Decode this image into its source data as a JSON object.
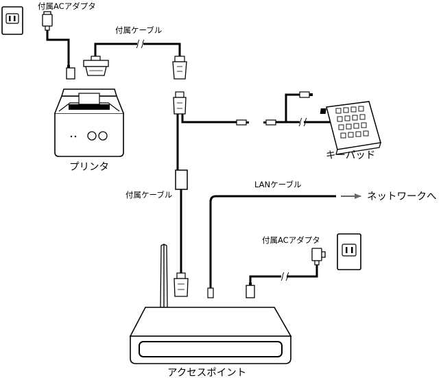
{
  "labels": {
    "adapter_top": "付属ACアダプタ",
    "cable_top": "付属ケーブル",
    "printer": "プリンタ",
    "keypad": "キーパッド",
    "cable_mid": "付属ケーブル",
    "lan_cable": "LANケーブル",
    "network": "ネットワークへ",
    "adapter_right": "付属ACアダプタ",
    "access_point": "アクセスポイント"
  }
}
